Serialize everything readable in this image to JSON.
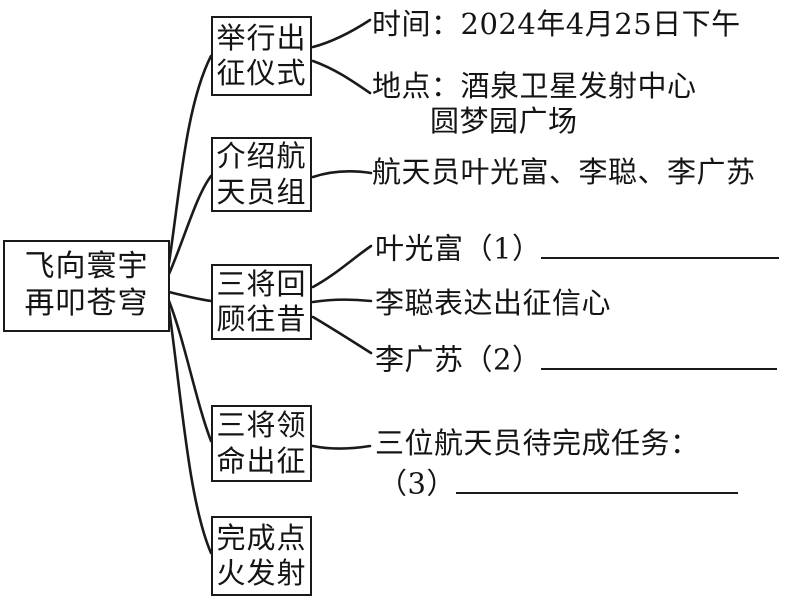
{
  "root": {
    "line1": "飞向寰宇",
    "line2": "再叩苍穹"
  },
  "nodes": [
    {
      "line1": "举行出",
      "line2": "征仪式"
    },
    {
      "line1": "介绍航",
      "line2": "天员组"
    },
    {
      "line1": "三将回",
      "line2": "顾往昔"
    },
    {
      "line1": "三将领",
      "line2": "命出征"
    },
    {
      "line1": "完成点",
      "line2": "火发射"
    }
  ],
  "details": {
    "time": "时间：2024年4月25日下午",
    "place_line1": "地点：酒泉卫星发射中心",
    "place_line2": "圆梦园广场",
    "crew": "航天员叶光富、李聪、李广苏",
    "ye_guangfu": "叶光富（1）",
    "li_cong": "李聪表达出征信心",
    "li_guangsu": "李广苏（2）",
    "task_line1": "三位航天员待完成任务：",
    "task_line2": "（3）"
  },
  "colors": {
    "ink": "#1a1a1a",
    "background": "#ffffff"
  }
}
